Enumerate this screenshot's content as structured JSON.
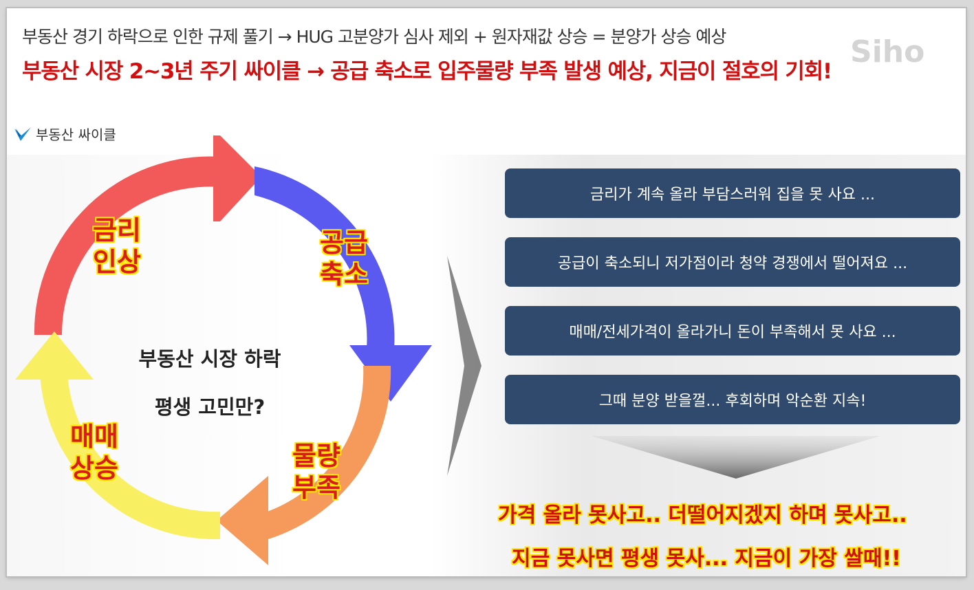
{
  "header": {
    "line1": "부동산 경기 하락으로 인한 규제 풀기 → HUG 고분양가 심사 제외 + 원자재값 상승 = 분양가 상승 예상",
    "line2": "부동산 시장 2~3년 주기 싸이클 → 공급 축소로 입주물량 부족 발생 예상, 지금이 절호의 기회!",
    "watermark": "Siho"
  },
  "section": {
    "label": "부동산 싸이클",
    "icon": "checkmark-bird-icon"
  },
  "cycle": {
    "center_line1": "부동산 시장 하락",
    "center_line2": "평생 고민만?",
    "segments": [
      {
        "line1": "금리",
        "line2": "인상",
        "color": "#f25a5a"
      },
      {
        "line1": "공급",
        "line2": "축소",
        "color": "#5a5af0"
      },
      {
        "line1": "물량",
        "line2": "부족",
        "color": "#f59a5a"
      },
      {
        "line1": "매매",
        "line2": "상승",
        "color": "#f8f062"
      }
    ]
  },
  "statements": [
    "금리가 계속 올라 부담스러워 집을 못 사요 ...",
    "공급이 축소되니 저가점이라 청약 경쟁에서 떨어져요 ...",
    "매매/전세가격이 올라가니 돈이 부족해서 못 사요 ...",
    "그때 분양 받을껄... 후회하며 악순환 지속!"
  ],
  "conclusion": {
    "line1": "가격 올라 못사고.. 더떨어지겠지 하며 못사고..",
    "line2": "지금 못사면 평생 못사... 지금이 가장 쌀때!!"
  },
  "colors": {
    "headline_red": "#d01010",
    "box_navy": "#2f4a6d",
    "highlight_yellow": "#ffe600"
  }
}
